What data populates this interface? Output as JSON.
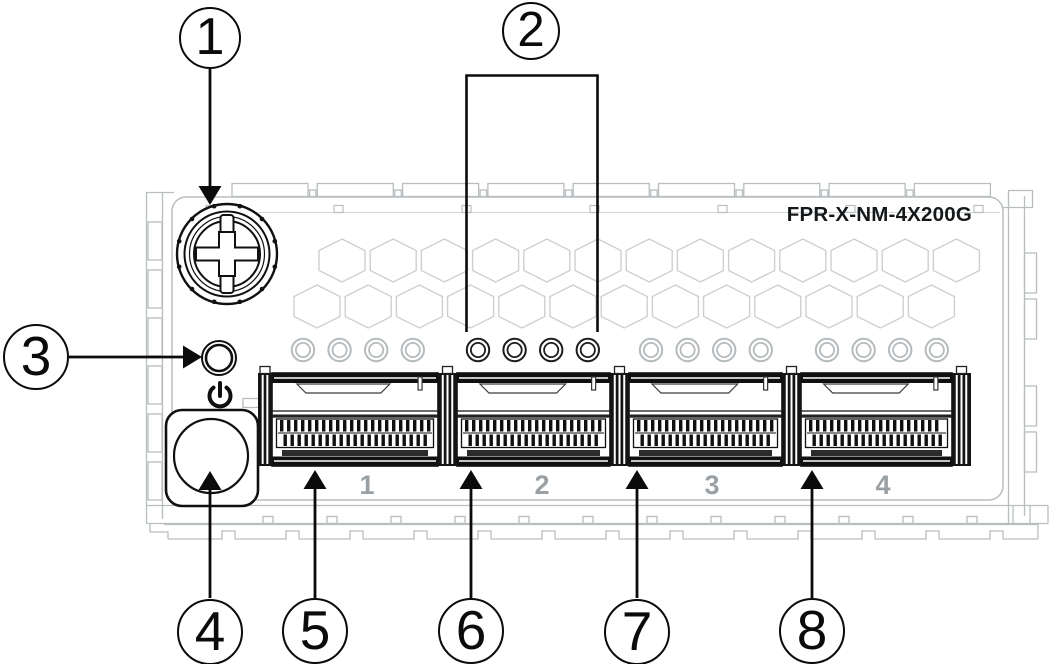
{
  "module": {
    "model_label": "FPR-X-NM-4X200G",
    "port_labels": [
      "1",
      "2",
      "3",
      "4"
    ]
  },
  "callouts": [
    {
      "number": "1",
      "target": "captive-thumbscrew"
    },
    {
      "number": "2",
      "target": "port-status-led-group"
    },
    {
      "number": "3",
      "target": "power-led"
    },
    {
      "number": "4",
      "target": "pull-handle"
    },
    {
      "number": "5",
      "target": "port-1"
    },
    {
      "number": "6",
      "target": "port-2"
    },
    {
      "number": "7",
      "target": "port-3"
    },
    {
      "number": "8",
      "target": "port-4"
    }
  ],
  "led_groups": [
    {
      "count": 4,
      "emphasized": false
    },
    {
      "count": 4,
      "emphasized": true
    },
    {
      "count": 4,
      "emphasized": false
    },
    {
      "count": 4,
      "emphasized": false
    }
  ],
  "icons": {
    "thumbscrew": "phillips-captive-screw-icon",
    "power": "power-standby-icon",
    "handle": "pull-handle-icon",
    "port": "qsfp-port-cage-icon"
  },
  "colors": {
    "outline_black": "#101010",
    "chassis_gray": "#b8bec0",
    "hex_gray": "#ccd0d1",
    "led_inactive_gray": "#b5bbbd",
    "led_active_dark": "#1c1c1c",
    "port_label_gray": "#9aa0a3",
    "background": "#ffffff"
  }
}
